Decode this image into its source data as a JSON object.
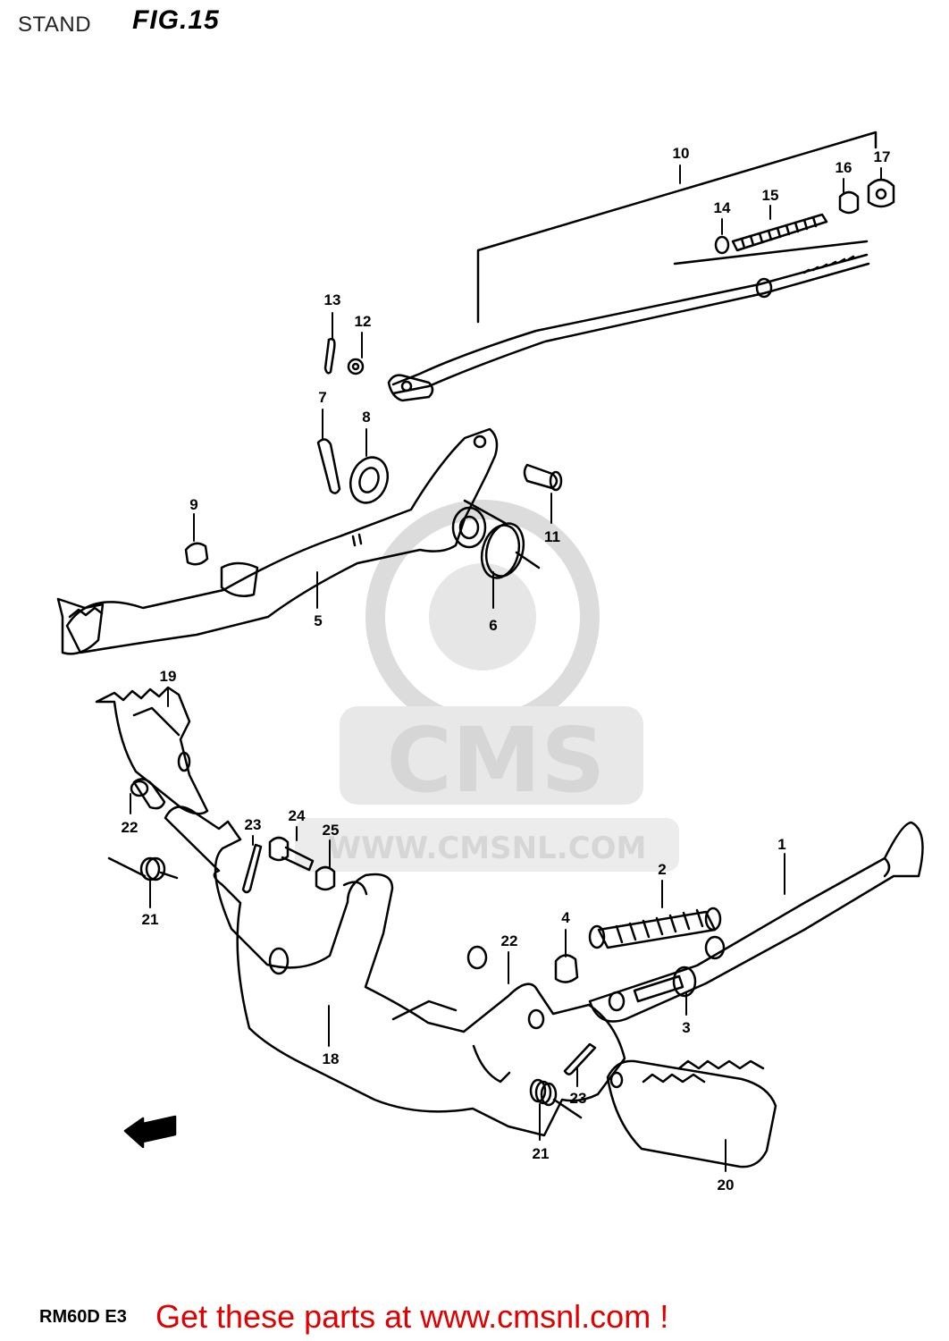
{
  "header": {
    "title": "STAND",
    "figure": "FIG.15"
  },
  "footer": {
    "model_code": "RM60D E3",
    "cta_text": "Get these parts at www.cmsnl.com !"
  },
  "watermark": {
    "brand": "CMS",
    "url": "WWW.CMSNL.COM"
  },
  "callouts": [
    "1",
    "2",
    "3",
    "4",
    "5",
    "6",
    "7",
    "8",
    "9",
    "10",
    "11",
    "12",
    "13",
    "14",
    "15",
    "16",
    "17",
    "18",
    "19",
    "20",
    "21",
    "21",
    "22",
    "22",
    "23",
    "23",
    "24",
    "25"
  ],
  "colors": {
    "line": "#000000",
    "watermark": "#d6d6d6",
    "cta": "#e10000"
  }
}
